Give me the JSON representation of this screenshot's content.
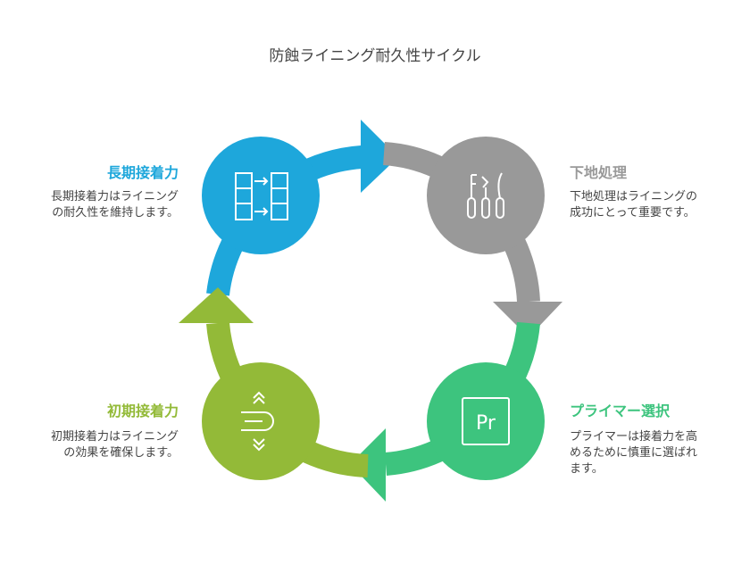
{
  "title": "防蝕ライニング耐久性サイクル",
  "colors": {
    "blue": "#1EA7DB",
    "gray": "#999999",
    "green": "#3DC47E",
    "olive": "#93BA38",
    "text": "#444444"
  },
  "steps": [
    {
      "key": "long-term",
      "label": "長期接着力",
      "desc_lines": [
        "長期接着力はライニング",
        "の耐久性を維持します。"
      ],
      "icon": "columns-arrows-icon",
      "color": "#1EA7DB"
    },
    {
      "key": "surface-prep",
      "label": "下地処理",
      "desc_lines": [
        "下地処理はライニングの",
        "成功にとって重要です。"
      ],
      "icon": "tools-icon",
      "color": "#999999"
    },
    {
      "key": "primer",
      "label": "プライマー選択",
      "desc_lines": [
        "プライマーは接着力を高",
        "めるために慎重に選ばれ",
        "ます。"
      ],
      "icon": "primer-pr-icon",
      "icon_text": "Pr",
      "color": "#3DC47E"
    },
    {
      "key": "initial",
      "label": "初期接着力",
      "desc_lines": [
        "初期接着力はライニング",
        "の効果を確保します。"
      ],
      "icon": "adhesion-icon",
      "color": "#93BA38"
    }
  ]
}
